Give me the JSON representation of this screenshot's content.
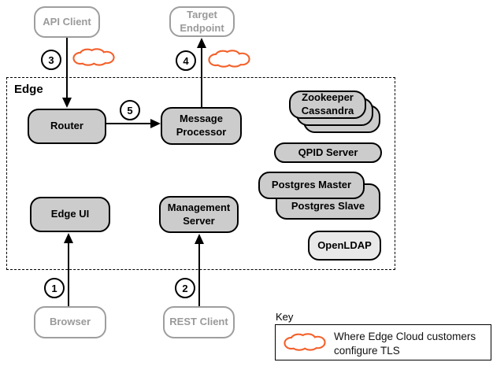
{
  "diagram": {
    "edge_group_label": "Edge",
    "nodes": {
      "api_client": {
        "label": "API Client"
      },
      "target_endpoint": {
        "line1": "Target",
        "line2": "Endpoint"
      },
      "router": {
        "label": "Router"
      },
      "message_processor": {
        "line1": "Message",
        "line2": "Processor"
      },
      "zookeeper_cassandra": {
        "line1": "Zookeeper",
        "line2": "Cassandra"
      },
      "qpid_server": {
        "label": "QPID Server"
      },
      "postgres_master": {
        "label": "Postgres Master"
      },
      "postgres_slave": {
        "label": "Postgres Slave"
      },
      "openldap": {
        "label": "OpenLDAP"
      },
      "edge_ui": {
        "label": "Edge UI"
      },
      "management_server": {
        "line1": "Management",
        "line2": "Server"
      },
      "browser": {
        "label": "Browser"
      },
      "rest_client": {
        "label": "REST Client"
      }
    },
    "steps": {
      "s1": "1",
      "s2": "2",
      "s3": "3",
      "s4": "4",
      "s5": "5"
    },
    "key": {
      "title": "Key",
      "line1": "Where Edge Cloud customers",
      "line2": "configure TLS"
    },
    "colors": {
      "cloud_stroke": "#F4602A",
      "node_fill": "#CCCCCC",
      "client_border": "#9E9E9E",
      "openldap_fill": "#E9E9E9"
    }
  }
}
